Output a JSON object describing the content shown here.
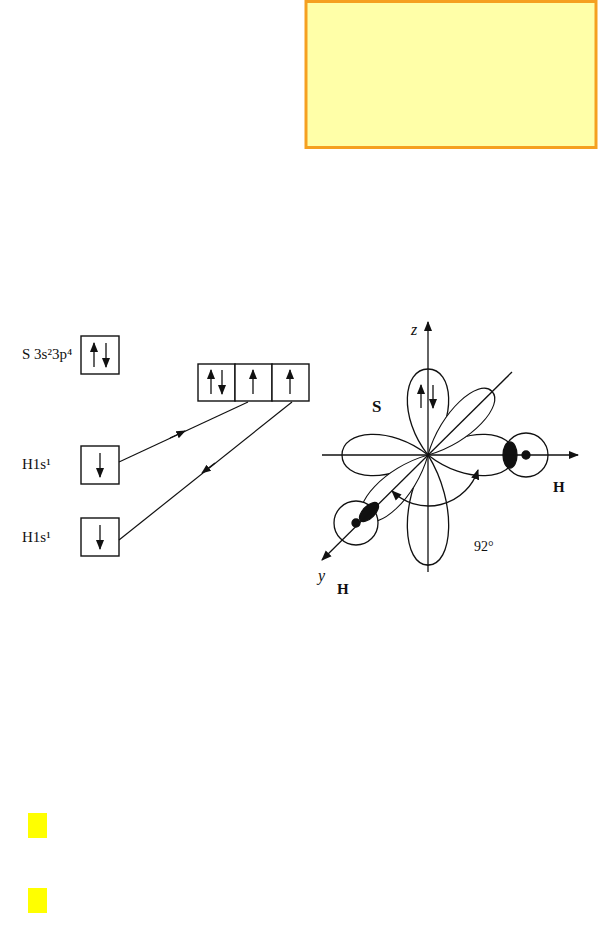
{
  "diagram": {
    "labels": [
      "S 3s²3p⁴",
      "H1s¹",
      "H1s¹",
      "z",
      "S",
      "y",
      "H",
      "H",
      "92°"
    ]
  }
}
